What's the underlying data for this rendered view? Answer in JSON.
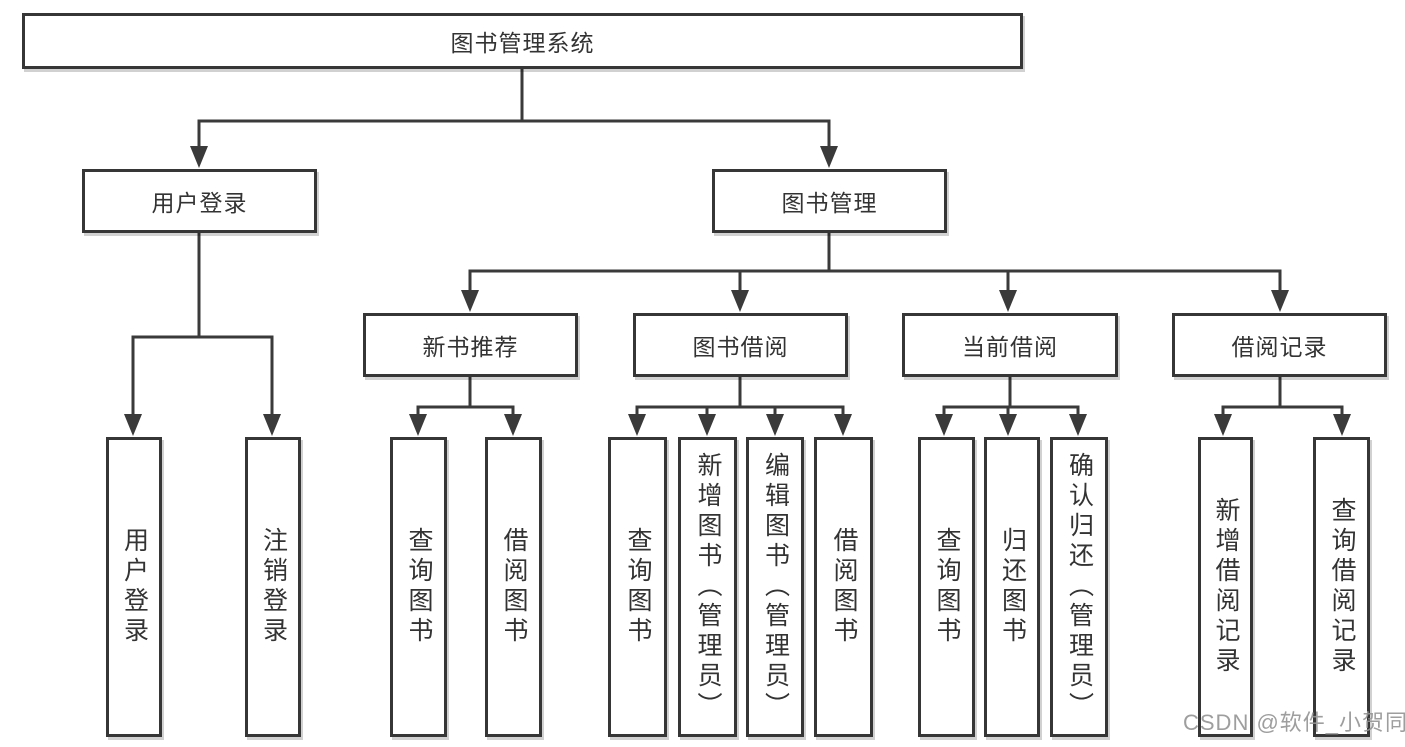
{
  "tree": {
    "label": "图书管理系统",
    "children": [
      {
        "label": "用户登录",
        "children": [
          {
            "label": "用户登录"
          },
          {
            "label": "注销登录"
          }
        ]
      },
      {
        "label": "图书管理",
        "children": [
          {
            "label": "新书推荐",
            "children": [
              {
                "label": "查询图书"
              },
              {
                "label": "借阅图书"
              }
            ]
          },
          {
            "label": "图书借阅",
            "children": [
              {
                "label": "查询图书"
              },
              {
                "label": "新增图书（管理员）"
              },
              {
                "label": "编辑图书（管理员）"
              },
              {
                "label": "借阅图书"
              }
            ]
          },
          {
            "label": "当前借阅",
            "children": [
              {
                "label": "查询图书"
              },
              {
                "label": "归还图书"
              },
              {
                "label": "确认归还（管理员）"
              }
            ]
          },
          {
            "label": "借阅记录",
            "children": [
              {
                "label": "新增借阅记录"
              },
              {
                "label": "查询借阅记录"
              }
            ]
          }
        ]
      }
    ]
  },
  "watermark": "CSDN @软件_小贺同学",
  "colors": {
    "line": "#3a3a3a",
    "text": "#333333",
    "box_background": "#ffffff",
    "watermark": "#949494"
  }
}
